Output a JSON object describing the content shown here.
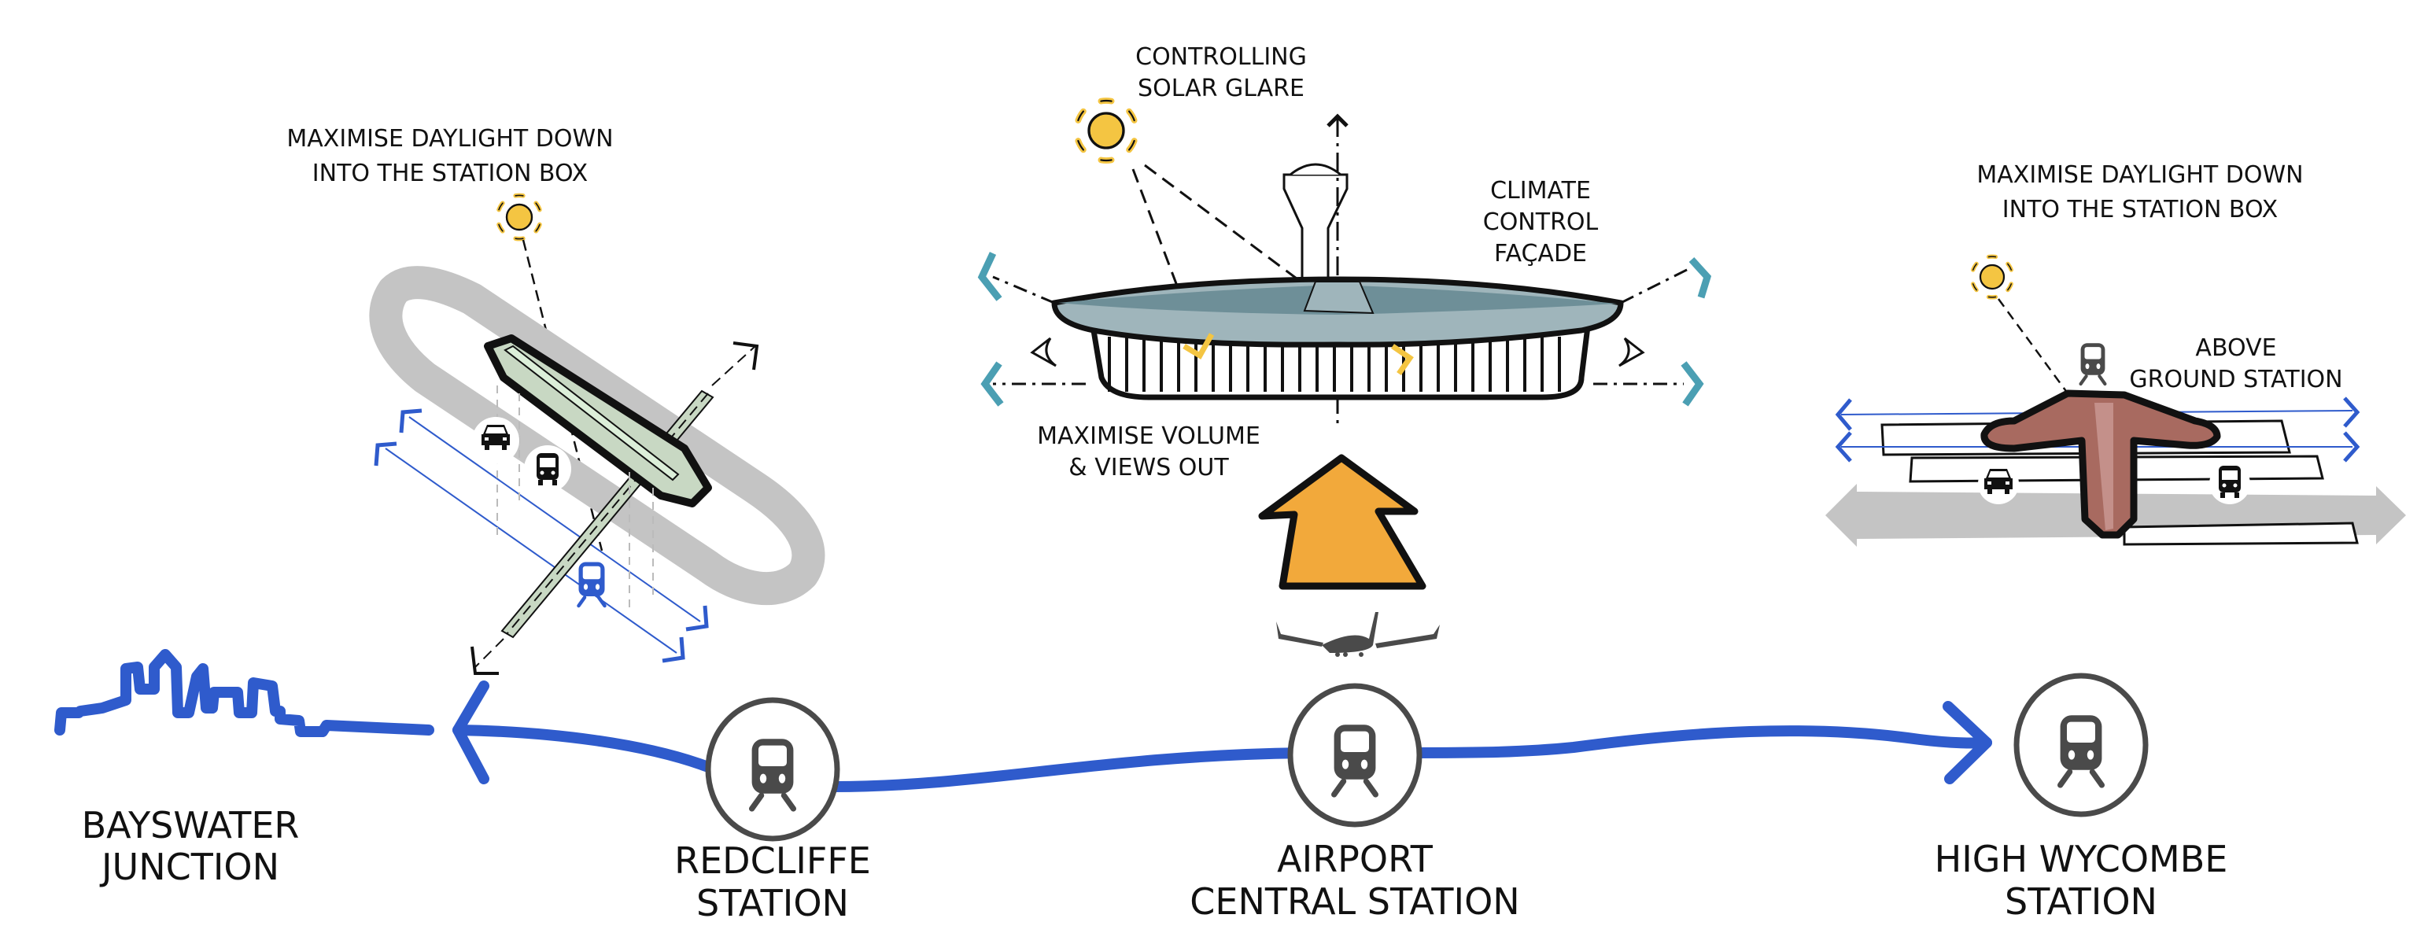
{
  "colors": {
    "route_blue": "#2f5bcc",
    "sun_yellow": "#f4c542",
    "arrow_orange": "#f2a93b",
    "roof_teal": "#6e8f98",
    "roof_light": "#9fb5bb",
    "chevron_teal": "#4b9fb3",
    "station_green": "#c8d8c3",
    "station_green_light": "#dcefd9",
    "station_brown": "#a86a60",
    "ground_grey": "#c4c4c4",
    "icon_grey": "#4a4a4a"
  },
  "left_diagram": {
    "title_lines": [
      "MAXIMISE DAYLIGHT DOWN",
      "INTO THE STATION BOX"
    ],
    "icons": [
      "sun-icon",
      "car-icon",
      "bus-icon",
      "train-icon"
    ]
  },
  "center_diagram": {
    "solar_label_lines": [
      "CONTROLLING",
      "SOLAR GLARE"
    ],
    "facade_label_lines": [
      "CLIMATE",
      "CONTROL",
      "FAÇADE"
    ],
    "volume_label_lines": [
      "MAXIMISE VOLUME",
      "& VIEWS OUT"
    ],
    "icons": [
      "sun-icon",
      "control-tower-icon",
      "eye-icon",
      "up-arrow-icon",
      "airplane-icon"
    ]
  },
  "right_diagram": {
    "title_lines": [
      "MAXIMISE DAYLIGHT DOWN",
      "INTO THE STATION BOX"
    ],
    "station_type_lines": [
      "ABOVE",
      "GROUND STATION"
    ],
    "icons": [
      "sun-icon",
      "train-icon",
      "car-icon",
      "bus-icon"
    ]
  },
  "route": {
    "stations": [
      {
        "name_lines": [
          "BAYSWATER",
          "JUNCTION"
        ],
        "kind": "skyline"
      },
      {
        "name_lines": [
          "REDCLIFFE",
          "STATION"
        ],
        "kind": "station"
      },
      {
        "name_lines": [
          "AIRPORT",
          "CENTRAL STATION"
        ],
        "kind": "station"
      },
      {
        "name_lines": [
          "HIGH WYCOMBE",
          "STATION"
        ],
        "kind": "station"
      }
    ]
  }
}
